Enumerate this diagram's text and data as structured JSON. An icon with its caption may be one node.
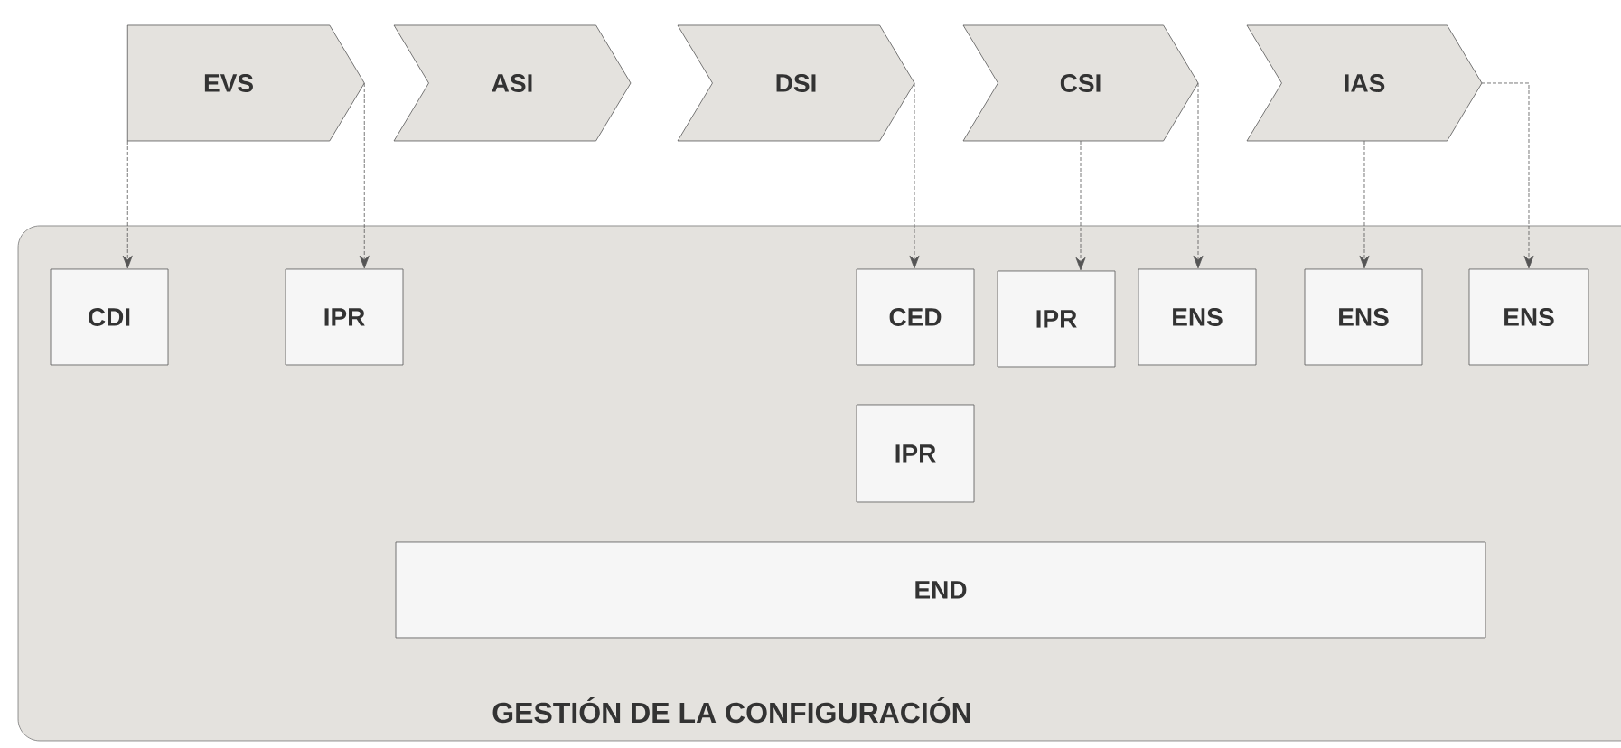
{
  "diagram": {
    "nodes": [
      {
        "text": [
          "EVS"
        ]
      },
      {
        "text": [
          "ASI"
        ]
      },
      {
        "text": [
          "DSI"
        ]
      },
      {
        "text": [
          "CSI"
        ]
      },
      {
        "text": [
          "IAS"
        ]
      },
      {
        "text": [
          "GESTIÓN DE LA CONFIGURACIÓN"
        ]
      },
      {
        "text": [
          "CDI"
        ],
        "in": 5
      },
      {
        "text": [
          "IPR"
        ],
        "in": 5
      },
      {
        "text": [
          "CED"
        ],
        "in": 5
      },
      {
        "text": [
          "IPR"
        ],
        "in": 5
      },
      {
        "text": [
          "ENS"
        ],
        "in": 5
      },
      {
        "text": [
          "ENS"
        ],
        "in": 5
      },
      {
        "text": [
          "ENS"
        ],
        "in": 5
      },
      {
        "text": [
          "IPR"
        ],
        "in": 5
      },
      {
        "text": [
          "END"
        ],
        "in": 5
      }
    ],
    "edges": [
      {
        "from": 0,
        "to": 6,
        "arrow": "to",
        "style": "dashed"
      },
      {
        "from": 0,
        "to": 7,
        "arrow": "to",
        "style": "dashed"
      },
      {
        "from": 2,
        "to": 8,
        "arrow": "to",
        "style": "dashed"
      },
      {
        "from": 3,
        "to": 9,
        "arrow": "to",
        "style": "dashed"
      },
      {
        "from": 3,
        "to": 10,
        "arrow": "to",
        "style": "dashed"
      },
      {
        "from": 4,
        "to": 11,
        "arrow": "to",
        "style": "dashed"
      },
      {
        "from": 4,
        "to": 12,
        "arrow": "to",
        "style": "dashed"
      }
    ]
  }
}
